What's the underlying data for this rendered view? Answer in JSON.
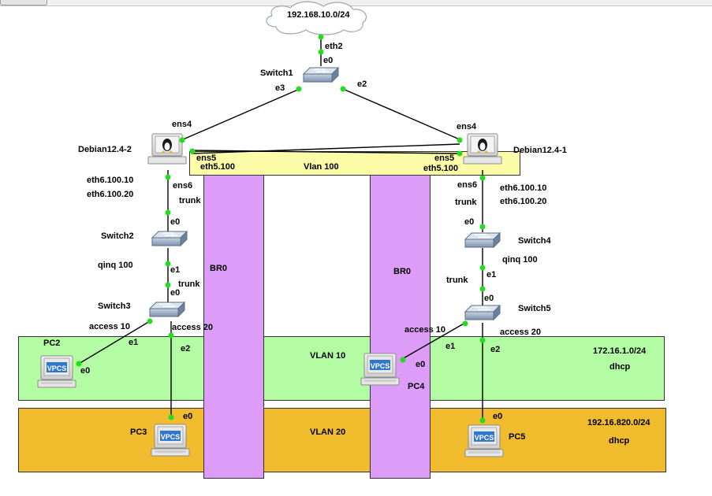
{
  "cloud": {
    "label": "192.168.10.0/24"
  },
  "switch1": {
    "name": "Switch1",
    "ports": {
      "eth2": "eth2",
      "e0": "e0",
      "e3": "e3",
      "e2": "e2"
    }
  },
  "debian2": {
    "name": "Debian12.4-2",
    "ens4": "ens4",
    "ens5": "ens5",
    "eth5": "eth5.100",
    "ens6": "ens6",
    "sub10": "eth6.100.10",
    "sub20": "eth6.100.20",
    "trunk": "trunk"
  },
  "debian1": {
    "name": "Debian12.4-1",
    "ens4": "ens4",
    "ens5": "ens5",
    "eth5": "eth5.100",
    "ens6": "ens6",
    "sub10": "eth6.100.10",
    "sub20": "eth6.100.20",
    "trunk": "trunk"
  },
  "vlan100": {
    "label": "Vlan 100"
  },
  "br0": {
    "left": "BR0",
    "right": "BR0"
  },
  "switch2": {
    "name": "Switch2",
    "e0": "e0",
    "e1": "e1",
    "qinq": "qinq 100"
  },
  "switch3": {
    "name": "Switch3",
    "trunk": "trunk",
    "e0": "e0",
    "access10": "access 10",
    "access20": "access 20",
    "e1": "e1",
    "e2": "e2"
  },
  "switch4": {
    "name": "Switch4",
    "e0": "e0",
    "e1": "e1",
    "qinq": "qinq 100"
  },
  "switch5": {
    "name": "Switch5",
    "trunk": "trunk",
    "e0": "e0",
    "access10": "access 10",
    "access20": "access 20",
    "e1": "e1",
    "e2": "e2"
  },
  "vlan10": {
    "label": "VLAN 10",
    "subnet": "172.16.1.0/24",
    "mode": "dhcp"
  },
  "vlan20": {
    "label": "VLAN 20",
    "subnet": "192.16.820.0/24",
    "mode": "dhcp"
  },
  "pc2": {
    "name": "PC2",
    "port": "e0",
    "badge": "VPCS"
  },
  "pc3": {
    "name": "PC3",
    "port": "e0",
    "badge": "VPCS"
  },
  "pc4": {
    "name": "PC4",
    "port": "e0",
    "badge": "VPCS"
  },
  "pc5": {
    "name": "PC5",
    "port": "e0",
    "badge": "VPCS"
  },
  "colors": {
    "vlan10": "#b4fca4",
    "vlan20": "#f0bb2c",
    "vlan100": "#fcfca8",
    "br0": "#dc9cf8",
    "link": "#000000",
    "port_dot": "#22dd22",
    "vpcs": "#2f77c8"
  }
}
